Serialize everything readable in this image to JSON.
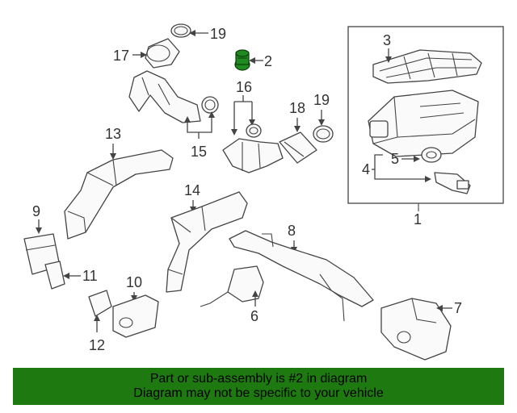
{
  "callouts": {
    "c1": "1",
    "c2": "2",
    "c3": "3",
    "c4": "4",
    "c5": "5",
    "c6": "6",
    "c7": "7",
    "c8": "8",
    "c9": "9",
    "c10": "10",
    "c11": "11",
    "c12": "12",
    "c13": "13",
    "c14": "14",
    "c15": "15",
    "c16": "16",
    "c17": "17",
    "c18": "18",
    "c19a": "19",
    "c19b": "19"
  },
  "highlighted_part": "2",
  "colors": {
    "highlight": "#1f8a1f",
    "banner": "#1e7a10"
  },
  "banner": {
    "line1": "Part or sub-assembly is #2 in diagram",
    "line2": "Diagram may not be specific to your vehicle"
  }
}
